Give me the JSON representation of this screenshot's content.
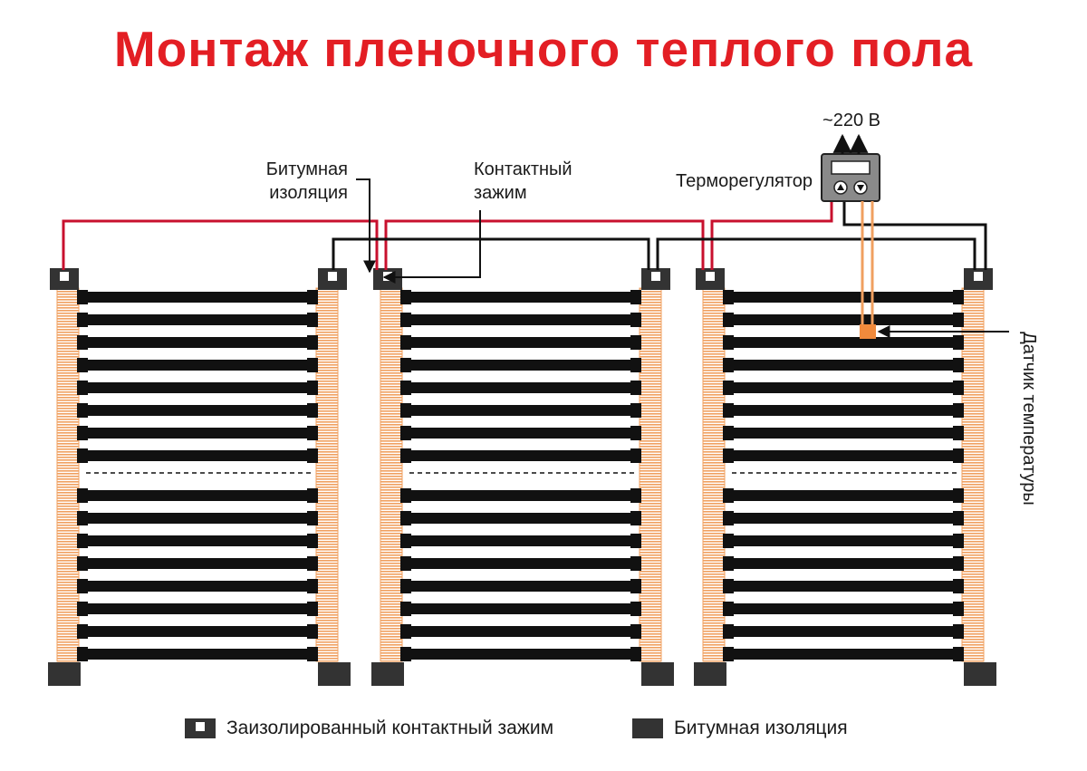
{
  "title": "Монтаж пленочного теплого пола",
  "labels": {
    "bitumen_insulation_line1": "Битумная",
    "bitumen_insulation_line2": "изоляция",
    "contact_clamp_line1": "Контактный",
    "contact_clamp_line2": "зажим",
    "thermostat": "Терморегулятор",
    "voltage": "~220 В",
    "temperature_sensor": "Датчик температуры"
  },
  "legend": [
    {
      "key": "insulated-clamp",
      "text": "Заизолированный контактный зажим"
    },
    {
      "key": "bitumen-insulation",
      "text": "Битумная изоляция"
    }
  ],
  "film_panels": 3,
  "colors": {
    "title": "#e31e24",
    "wire_red": "#c8102e",
    "wire_black": "#111111",
    "copper_strip": "#f0a060",
    "heating_strip": "#111111",
    "clamp": "#333333",
    "sensor": "#f08a3c",
    "thermostat_body": "#8a8a8a"
  },
  "icons": [
    "up-arrow-icon",
    "down-arrow-icon",
    "arrow-icon"
  ]
}
